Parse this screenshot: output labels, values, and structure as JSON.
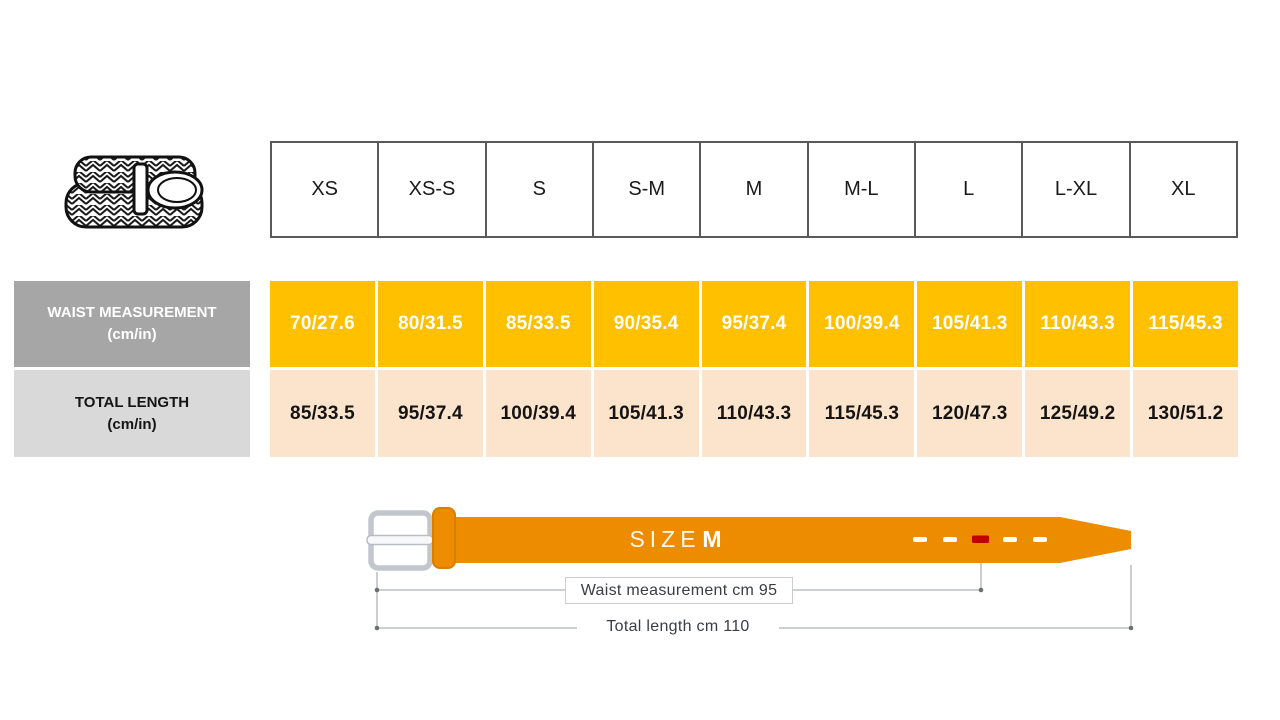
{
  "table": {
    "sizes": [
      "XS",
      "XS-S",
      "S",
      "S-M",
      "M",
      "M-L",
      "L",
      "L-XL",
      "XL"
    ],
    "rows": [
      {
        "label1": "WAIST MEASUREMENT",
        "label2": "(cm/in)",
        "values": [
          "70/27.6",
          "80/31.5",
          "85/33.5",
          "90/35.4",
          "95/37.4",
          "100/39.4",
          "105/41.3",
          "110/43.3",
          "115/45.3"
        ]
      },
      {
        "label1": "TOTAL LENGTH",
        "label2": "(cm/in)",
        "values": [
          "85/33.5",
          "95/37.4",
          "100/39.4",
          "105/41.3",
          "110/43.3",
          "115/45.3",
          "120/47.3",
          "125/49.2",
          "130/51.2"
        ]
      }
    ]
  },
  "diagram": {
    "size_word": "SIZE",
    "size_value": "M",
    "waist_text": "Waist measurement cm 95",
    "total_text": "Total length cm 110"
  },
  "icons": {
    "top_left": "braided-belt-icon"
  },
  "colors": {
    "waist_cell_bg": "#FFC000",
    "total_cell_bg": "#FCE4CC",
    "waist_label_bg": "#A6A6A6",
    "total_label_bg": "#D9D9D9",
    "belt_orange": "#EE8C00",
    "highlight_hole_red": "#C00000",
    "table_border": "#595959",
    "measure_line": "#AEB2B8"
  }
}
